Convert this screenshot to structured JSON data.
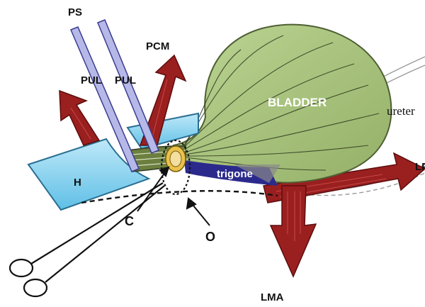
{
  "labels": {
    "ps": "PS",
    "pul_1": "PUL",
    "pul_2": "PUL",
    "pcm": "PCM",
    "bladder": "BLADDER",
    "ureter": "ureter",
    "lp": "LP",
    "h": "H",
    "trigone": "trigone",
    "c": "C",
    "o": "O",
    "lma": "LMA"
  },
  "colors": {
    "bladder_fill": "#a9c47f",
    "bladder_stroke": "#5a6b3c",
    "muscle_fill": "#9a1f1f",
    "muscle_dark": "#5c0e0e",
    "ligament_fill": "#b6b8e8",
    "ligament_stroke": "#3b3d8f",
    "pubic_bone": "#8fd4ef",
    "trigone": "#2b2a8c",
    "urethra_ring": "#e9c24a"
  },
  "icons": {
    "scissors": "scissors-icon"
  }
}
